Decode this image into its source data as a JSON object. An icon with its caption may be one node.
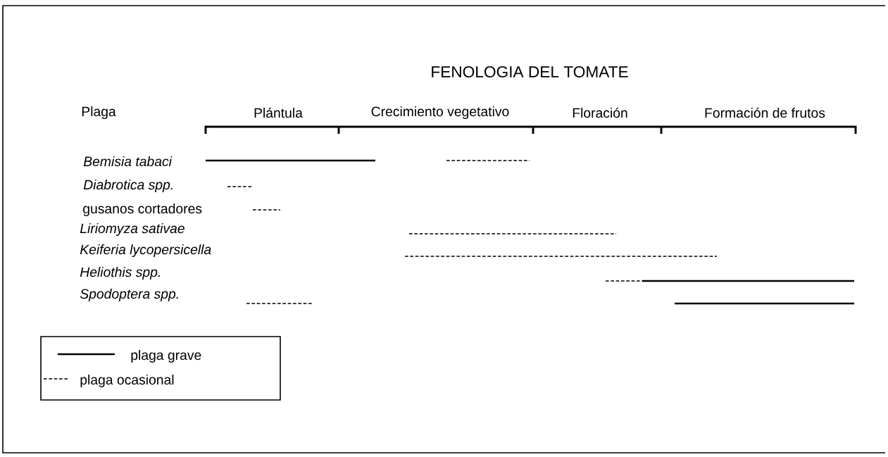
{
  "diagram": {
    "title": "FENOLOGIA DEL TOMATE",
    "labels": [
      "Plaga",
      "Plántula",
      "Crecimiento vegetativo",
      "Floración",
      "Formación de frutos",
      "Bemisia tabaci",
      "Diabrotica spp.",
      "gusanos cortadores",
      "Liriomyza sativae",
      "Keiferia lycopersicella",
      "Heliothis spp.",
      "Spodoptera spp."
    ],
    "legend": [
      {
        "text": "plaga grave"
      },
      {
        "text": "plaga ocasional"
      }
    ]
  }
}
